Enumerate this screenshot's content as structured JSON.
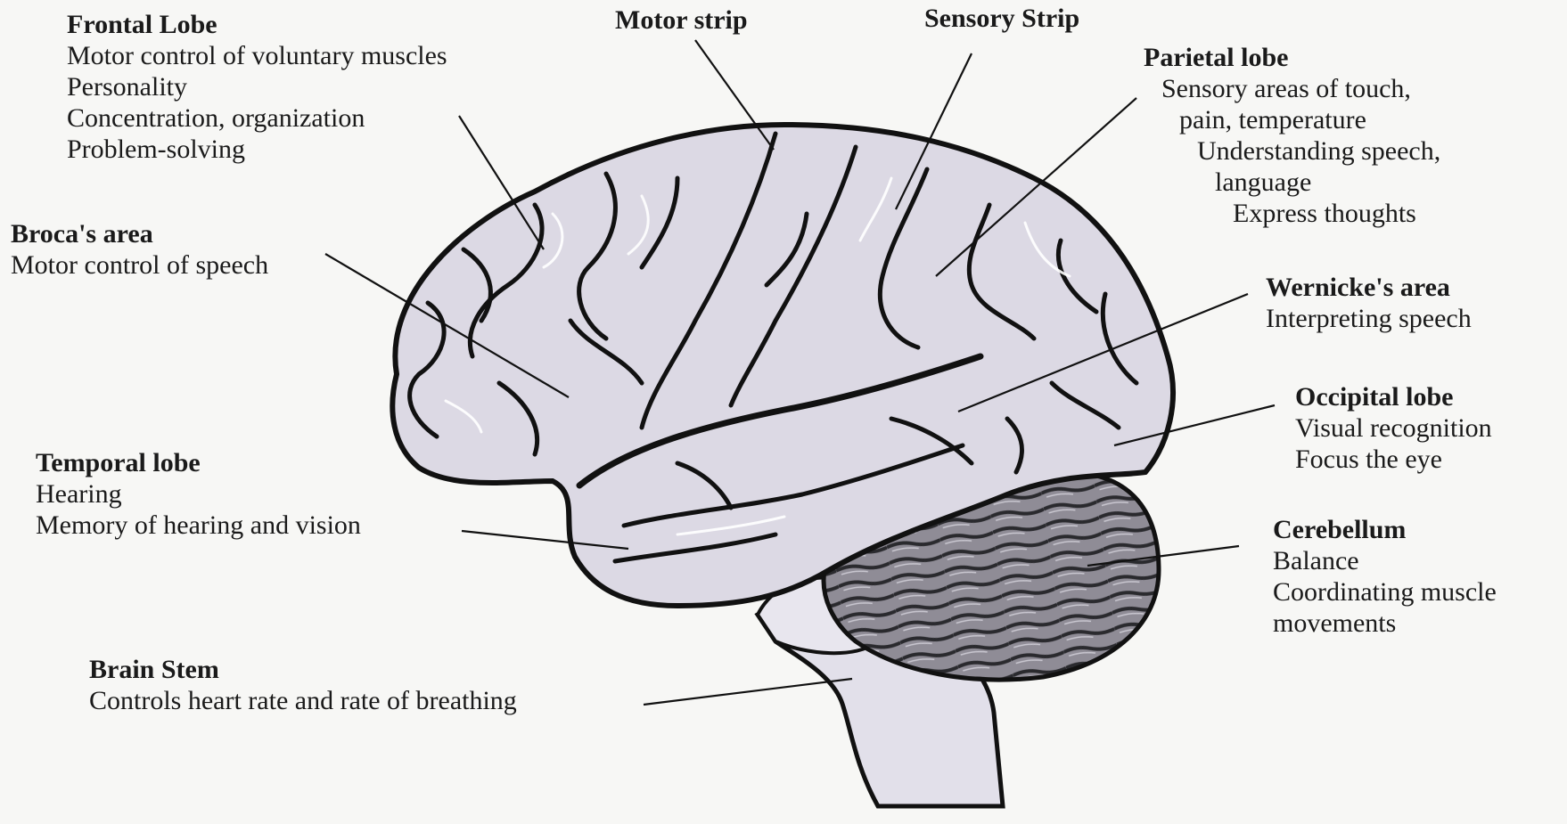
{
  "labels": {
    "frontal": {
      "title": "Frontal Lobe",
      "lines": [
        "Motor control of voluntary muscles",
        "Personality",
        "Concentration, organization",
        "Problem-solving"
      ]
    },
    "motor": {
      "title": "Motor strip"
    },
    "sensory": {
      "title": "Sensory Strip"
    },
    "parietal": {
      "title": "Parietal lobe",
      "lines": [
        "Sensory areas of touch,",
        "pain, temperature",
        "Understanding speech,",
        "language",
        "Express thoughts"
      ]
    },
    "broca": {
      "title": "Broca's area",
      "lines": [
        "Motor control of speech"
      ]
    },
    "wernicke": {
      "title": "Wernicke's area",
      "lines": [
        "Interpreting speech"
      ]
    },
    "occipital": {
      "title": "Occipital lobe",
      "lines": [
        "Visual recognition",
        "Focus the eye"
      ]
    },
    "temporal": {
      "title": "Temporal lobe",
      "lines": [
        "Hearing",
        "Memory of hearing and vision"
      ]
    },
    "cerebellum": {
      "title": "Cerebellum",
      "lines": [
        "Balance",
        "Coordinating muscle",
        "movements"
      ]
    },
    "brainstem": {
      "title": "Brain Stem",
      "lines": [
        "Controls heart rate and rate of breathing"
      ]
    }
  },
  "colors": {
    "cerebrum_fill": "#dcd9e4",
    "cerebellum_fill": "#8f8c96",
    "stem_fill": "#e2e0ea",
    "outline": "#111111",
    "background": "#f7f7f5"
  }
}
